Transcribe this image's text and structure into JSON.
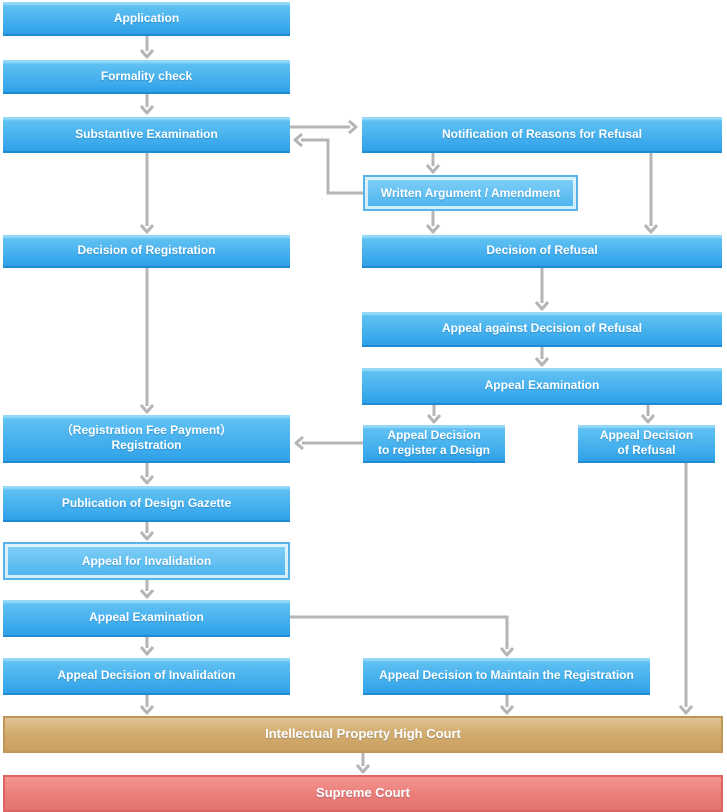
{
  "colors": {
    "node_blue_top": "#93d8f8",
    "node_blue_bottom": "#2f9fe7",
    "node_blue_edge": "#1d8cd3",
    "double_border_blue": "#57b3ea",
    "court_tan": "#d3ad70",
    "court_red": "#ea7d79",
    "arrow_gray": "#b5b5b5",
    "text": "#ffffff"
  },
  "nodes": {
    "application": {
      "label": "Application"
    },
    "formality_check": {
      "label": "Formality check"
    },
    "substantive_examination": {
      "label": "Substantive Examination"
    },
    "notification_reasons_refusal": {
      "label": "Notification of Reasons for Refusal"
    },
    "written_argument_amendment": {
      "label": "Written Argument / Amendment"
    },
    "decision_of_registration": {
      "label": "Decision of Registration"
    },
    "decision_of_refusal": {
      "label": "Decision of Refusal"
    },
    "appeal_against_refusal": {
      "label": "Appeal against Decision of Refusal"
    },
    "appeal_examination_right": {
      "label": "Appeal Examination"
    },
    "appeal_decision_register_design": {
      "label": "Appeal Decision\nto register a Design"
    },
    "appeal_decision_of_refusal": {
      "label": "Appeal Decision\nof Refusal"
    },
    "registration": {
      "label": "（Registration Fee Payment）\nRegistration"
    },
    "publication_design_gazette": {
      "label": "Publication of Design Gazette"
    },
    "appeal_for_invalidation": {
      "label": "Appeal for Invalidation"
    },
    "appeal_examination_left": {
      "label": "Appeal Examination"
    },
    "appeal_decision_invalidation": {
      "label": "Appeal Decision of Invalidation"
    },
    "appeal_decision_maintain": {
      "label": "Appeal Decision to Maintain the Registration"
    },
    "ip_high_court": {
      "label": "Intellectual Property High Court"
    },
    "supreme_court": {
      "label": "Supreme Court"
    }
  },
  "edges": [
    {
      "from": "application",
      "to": "formality_check"
    },
    {
      "from": "formality_check",
      "to": "substantive_examination"
    },
    {
      "from": "substantive_examination",
      "to": "notification_reasons_refusal"
    },
    {
      "from": "written_argument_amendment",
      "to": "substantive_examination"
    },
    {
      "from": "notification_reasons_refusal",
      "to": "written_argument_amendment"
    },
    {
      "from": "notification_reasons_refusal",
      "to": "decision_of_refusal"
    },
    {
      "from": "written_argument_amendment",
      "to": "decision_of_refusal"
    },
    {
      "from": "substantive_examination",
      "to": "decision_of_registration"
    },
    {
      "from": "decision_of_refusal",
      "to": "appeal_against_refusal"
    },
    {
      "from": "appeal_against_refusal",
      "to": "appeal_examination_right"
    },
    {
      "from": "appeal_examination_right",
      "to": "appeal_decision_register_design"
    },
    {
      "from": "appeal_examination_right",
      "to": "appeal_decision_of_refusal"
    },
    {
      "from": "appeal_decision_register_design",
      "to": "registration"
    },
    {
      "from": "decision_of_registration",
      "to": "registration"
    },
    {
      "from": "registration",
      "to": "publication_design_gazette"
    },
    {
      "from": "publication_design_gazette",
      "to": "appeal_for_invalidation"
    },
    {
      "from": "appeal_for_invalidation",
      "to": "appeal_examination_left"
    },
    {
      "from": "appeal_examination_left",
      "to": "appeal_decision_invalidation"
    },
    {
      "from": "appeal_examination_left",
      "to": "appeal_decision_maintain"
    },
    {
      "from": "appeal_decision_invalidation",
      "to": "ip_high_court"
    },
    {
      "from": "appeal_decision_maintain",
      "to": "ip_high_court"
    },
    {
      "from": "appeal_decision_of_refusal",
      "to": "ip_high_court"
    },
    {
      "from": "ip_high_court",
      "to": "supreme_court"
    }
  ]
}
